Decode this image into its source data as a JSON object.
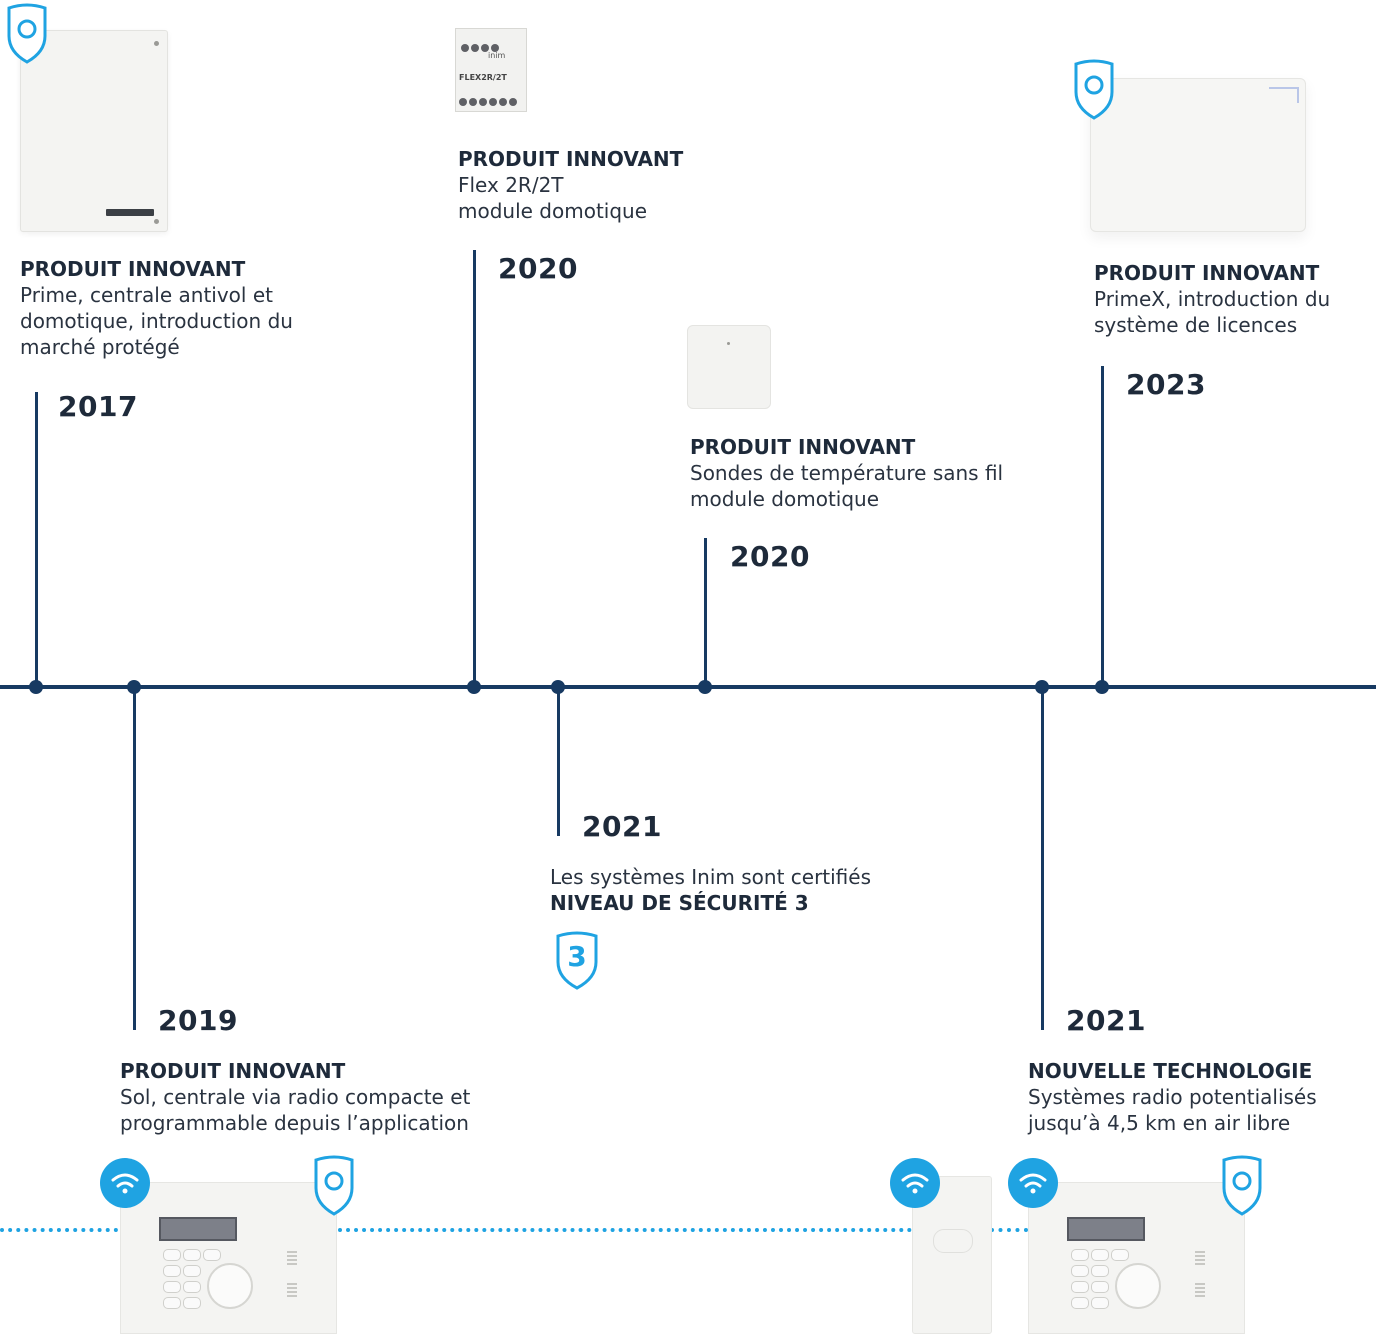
{
  "colors": {
    "axis": "#173a62",
    "accent": "#1fa3e2",
    "text": "#1e2a3a"
  },
  "icons": [
    "shield-icon",
    "wifi-icon",
    "grade-3-shield-icon"
  ],
  "milestones": {
    "prime": {
      "year": "2017",
      "head": "PRODUIT INNOVANT",
      "lines": [
        "Prime, centrale antivol et",
        "domotique, introduction du",
        "marché protégé"
      ]
    },
    "sol": {
      "year": "2019",
      "head": "PRODUIT INNOVANT",
      "lines": [
        "Sol, centrale via radio compacte et",
        "programmable depuis l’application"
      ]
    },
    "flex": {
      "year": "2020",
      "head": "PRODUIT INNOVANT",
      "lines": [
        "Flex 2R/2T",
        "module domotique"
      ],
      "device_label": "FLEX2R/2T",
      "device_brand": "inim"
    },
    "grade3": {
      "year": "2021",
      "text": "Les systèmes Inim sont certifiés",
      "bold": "NIVEAU DE SÉCURITÉ 3",
      "badge": "3"
    },
    "sondes": {
      "year": "2020",
      "head": "PRODUIT INNOVANT",
      "lines": [
        "Sondes de température sans fil",
        "module domotique"
      ]
    },
    "radio": {
      "year": "2021",
      "head": "NOUVELLE TECHNOLOGIE",
      "lines": [
        "Systèmes radio potentialisés",
        "jusqu’à 4,5 km en air libre"
      ]
    },
    "primex": {
      "year": "2023",
      "head": "PRODUIT INNOVANT",
      "lines": [
        "PrimeX, introduction du",
        "système de licences"
      ]
    }
  }
}
